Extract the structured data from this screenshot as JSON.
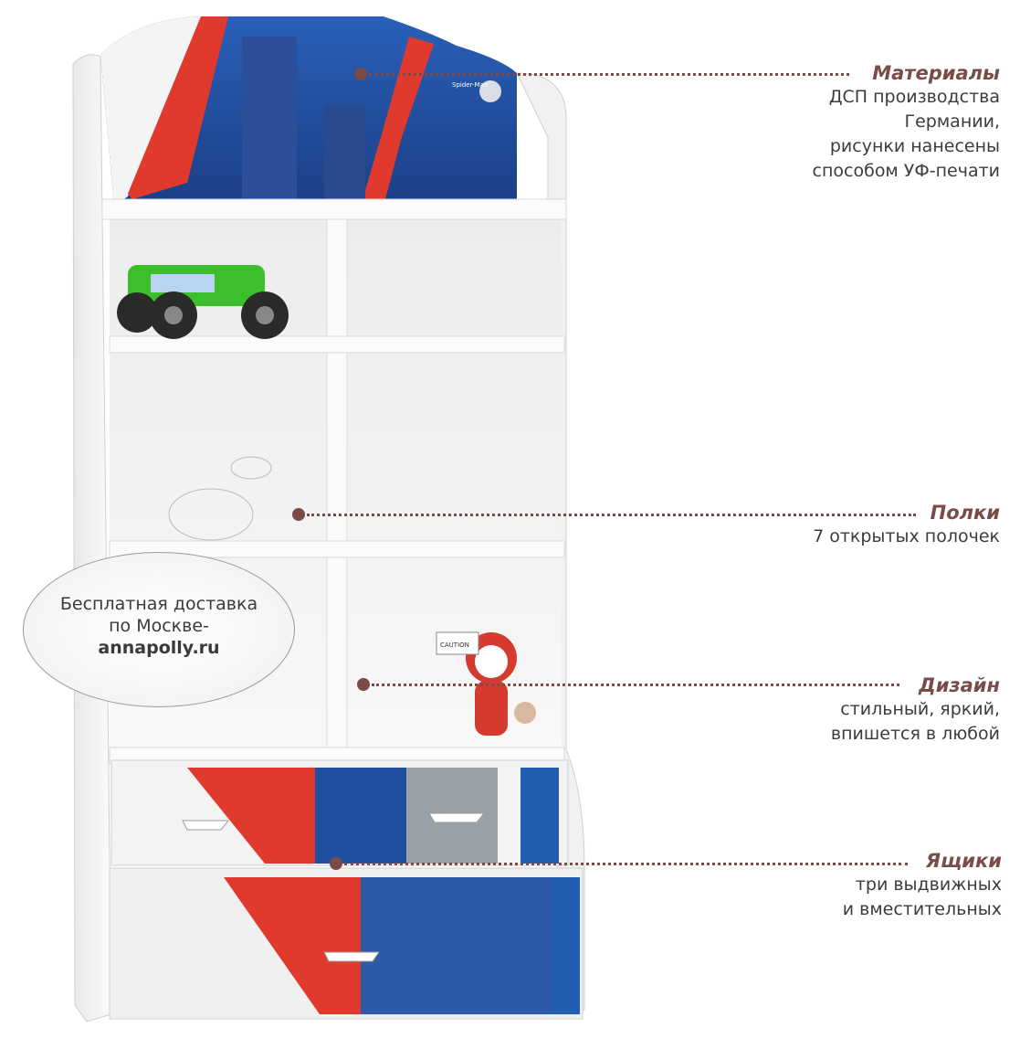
{
  "promo": {
    "line1": "Бесплатная доставка",
    "line2": "по Москве-",
    "site": "annapolly.ru"
  },
  "callouts": [
    {
      "title": "Материалы",
      "lines": [
        "ДСП производства",
        "Германии,",
        "рисунки нанесены",
        "способом УФ-печати"
      ]
    },
    {
      "title": "Полки",
      "lines": [
        "7 открытых полочек"
      ]
    },
    {
      "title": "Дизайн",
      "lines": [
        "стильный, яркий,",
        "впишется в любой"
      ]
    },
    {
      "title": "Ящики",
      "lines": [
        "три выдвижных",
        "и вместительных"
      ]
    }
  ],
  "headboard_brand": "Spider-Man",
  "toy_sign": "CAUTION",
  "colors": {
    "accent": "#7a4b47",
    "red": "#e03a2f",
    "blue": "#1f5eb0",
    "cabinet": "#f5f5f5"
  }
}
